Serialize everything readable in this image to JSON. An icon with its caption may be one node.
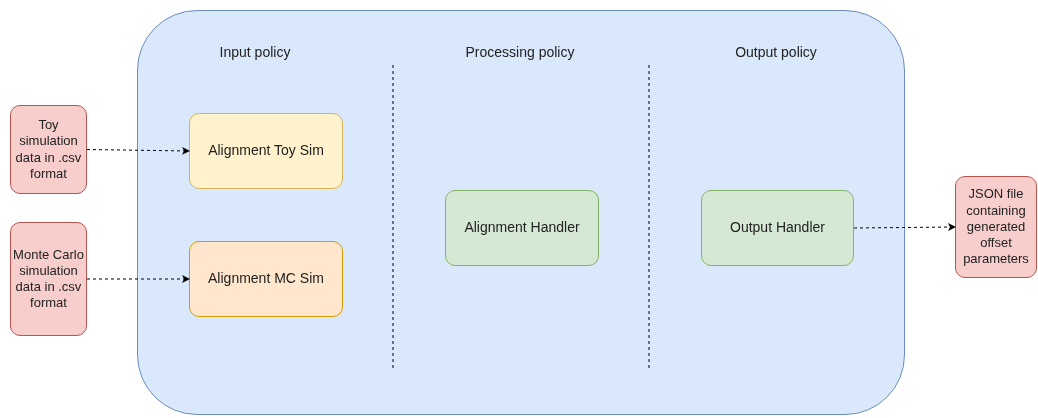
{
  "diagram": {
    "nodes": [
      {
        "text": [],
        "shape": "box"
      },
      {
        "text": [
          "Toy simulation data in .csv format"
        ]
      },
      {
        "text": [
          "Monte Carlo simulation data in .csv format"
        ]
      },
      {
        "text": [
          "Alignment Toy Sim"
        ],
        "in": 0
      },
      {
        "text": [
          "Alignment MC Sim"
        ],
        "in": 0
      },
      {
        "text": [
          "Alignment Handler"
        ],
        "in": 0
      },
      {
        "text": [
          "Output Handler"
        ],
        "in": 0
      },
      {
        "text": [
          "JSON file containing generated offset parameters"
        ]
      }
    ],
    "edges": [
      {
        "from": 1,
        "to": 3,
        "arrow": "to",
        "style": "dashed"
      },
      {
        "from": 2,
        "to": 4,
        "arrow": "to",
        "style": "dashed"
      },
      {
        "from": 6,
        "to": 7,
        "arrow": "to",
        "style": "dashed"
      }
    ],
    "labels": [
      "Input policy",
      "Processing policy",
      "Output policy"
    ]
  }
}
